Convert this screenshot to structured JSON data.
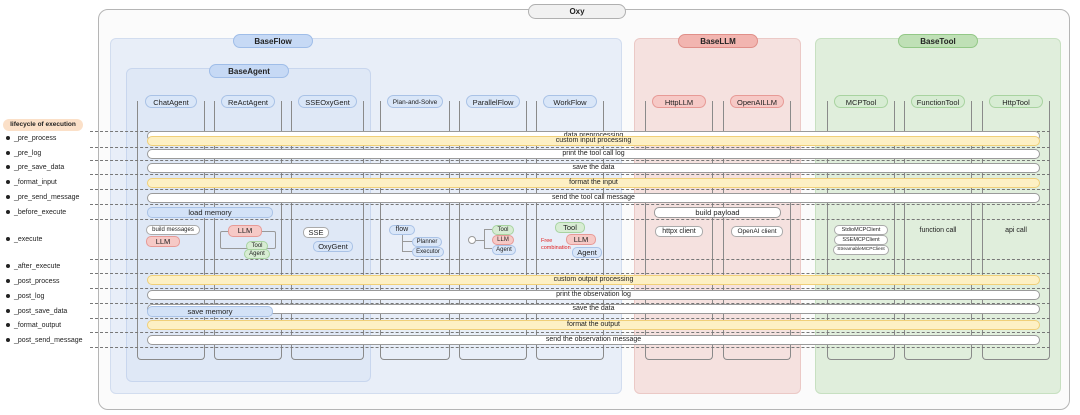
{
  "title": "Oxy",
  "groups": {
    "baseflow": "BaseFlow",
    "baseagent": "BaseAgent",
    "basellm": "BaseLLM",
    "basetool": "BaseTool"
  },
  "columns": {
    "chatagent": "ChatAgent",
    "reactagent": "ReActAgent",
    "sseoxygent": "SSEOxyGent",
    "plan_and_solve": "Plan-and-Solve",
    "parallelflow": "ParallelFlow",
    "workflow": "WorkFlow",
    "httpllm": "HttpLLM",
    "openaillm": "OpenAILLM",
    "mcptool": "MCPTool",
    "functiontool": "FunctionTool",
    "httptool": "HttpTool"
  },
  "lifecycle_title": "lifecycle of execution",
  "lifecycle": {
    "pre_process": "_pre_process",
    "pre_log": "_pre_log",
    "pre_save_data": "_pre_save_data",
    "format_input": "_format_input",
    "pre_send_message": "_pre_send_message",
    "before_execute": "_before_execute",
    "execute": "_execute",
    "after_execute": "_after_execute",
    "post_process": "_post_process",
    "post_log": "_post_log",
    "post_save_data": "_post_save_data",
    "format_output": "_format_output",
    "post_send_message": "_post_send_message"
  },
  "bars": {
    "data_preprocessing": "data preprocessing",
    "custom_input_processing": "custom input processing",
    "print_tool_call_log": "print the tool call log",
    "save_the_data_pre": "save the data",
    "format_the_input": "format the input",
    "send_tool_call_message": "send the tool call message",
    "load_memory": "load memory",
    "build_payload": "build payload",
    "custom_output_processing": "custom output processing",
    "print_observation_log": "print the observation log",
    "save_memory": "save memory",
    "save_the_data_post": "save the data",
    "format_the_output": "format the output",
    "send_observation_message": "send the observation message"
  },
  "execute": {
    "chat_build_messages": "build messages",
    "chat_llm": "LLM",
    "react_llm": "LLM",
    "react_tool": "Tool",
    "react_agent": "Agent",
    "sse": "SSE",
    "oxygent": "OxyGent",
    "flow": "flow",
    "planner": "Planner",
    "executor": "Executor",
    "parallel_tool": "Tool",
    "parallel_llm": "LLM",
    "parallel_agent": "Agent",
    "wf_tool": "Tool",
    "wf_free": "Free",
    "wf_combination": "combination",
    "wf_llm": "LLM",
    "wf_agent": "Agent",
    "httpx_client": "httpx client",
    "openai_client": "OpenAI client",
    "stdio_client": "StdioMCPClient",
    "sse_client": "SSEMCPClient",
    "streamable_client": "StreamableMCPClient",
    "function_call": "function call",
    "api_call": "api call"
  },
  "colors": {
    "baseflow_bg": "#e8eef8",
    "basellm_bg": "#f5e1df",
    "basetool_bg": "#e0eedc",
    "yellow_bar": "#fdf0c4",
    "lifecycle_tag": "#fbe0c8",
    "free_text": "#e02020"
  }
}
